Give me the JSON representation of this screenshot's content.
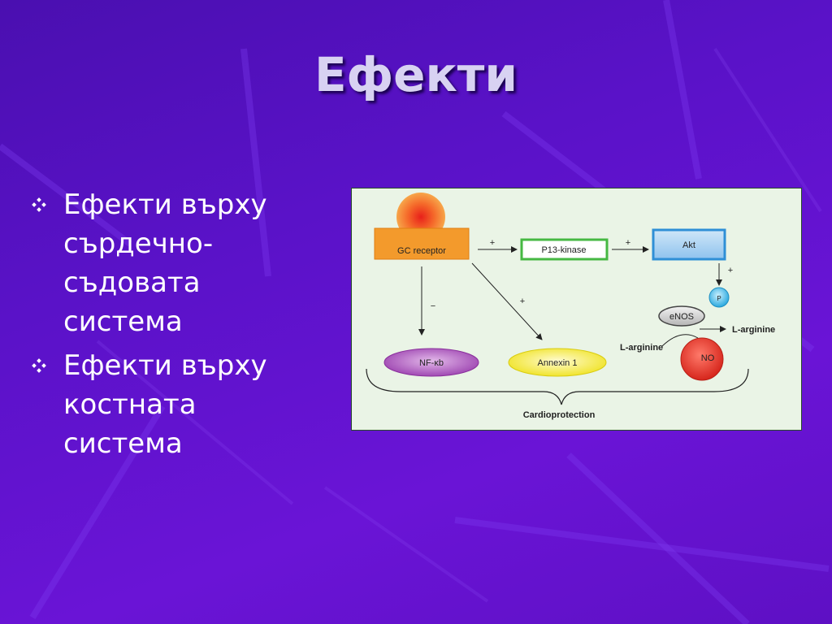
{
  "slide": {
    "title": "Ефекти",
    "bullets": [
      {
        "text": "Ефекти върху сърдечно-съдовата система"
      },
      {
        "text": "Ефекти върху костната система"
      }
    ]
  },
  "diagram": {
    "nodes": {
      "gc_receptor": "GC receptor",
      "p13_kinase": "P13-kinase",
      "akt": "Akt",
      "p": "P",
      "enos": "eNOS",
      "l_arginine_out": "L-arginine",
      "l_arginine_in": "L-arginine",
      "no": "NO",
      "nfkb": "NF-κb",
      "annexin": "Annexin 1",
      "cardioprotection": "Cardioprotection"
    },
    "signs": {
      "gc_to_p13": "+",
      "p13_to_akt": "+",
      "akt_to_p": "+",
      "gc_to_annexin": "+",
      "gc_to_nfkb": "−"
    },
    "colors": {
      "background": "#5a12c8",
      "gc_receptor": "#f39a2c",
      "p13_kinase": "#46b843",
      "akt": "#2f8fd6",
      "nfkb": "#a24ab0",
      "annexin": "#f2ea2a",
      "no": "#e23a2f",
      "p": "#39b9e6",
      "enos": "#8a8a8a"
    }
  }
}
